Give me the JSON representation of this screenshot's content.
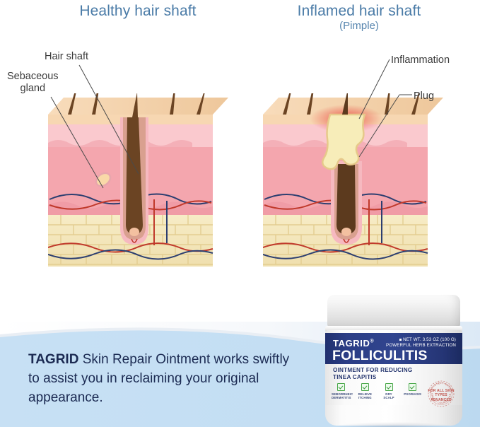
{
  "diagrams": {
    "healthy": {
      "title": "Healthy hair shaft",
      "labels": {
        "hair_shaft": "Hair shaft",
        "sebaceous_gland": "Sebaceous\ngland"
      }
    },
    "inflamed": {
      "title": "Inflamed hair shaft",
      "subtitle": "(Pimple)",
      "labels": {
        "inflammation": "Inflammation",
        "plug": "Plug"
      }
    },
    "colors": {
      "title_blue": "#4a7ba7",
      "label_gray": "#3a3a3a",
      "epidermis_tan": "#f3cfa6",
      "upper_dermis_pink": "#f7c2c6",
      "dermis_pink": "#f19ea6",
      "fat_tan": "#f3e3b8",
      "hair_brown": "#6b4423",
      "pus_cream": "#f7edb9",
      "inflammation_red": "#e8413a",
      "artery_red": "#c0392b",
      "vein_blue": "#2c3e70"
    }
  },
  "caption": {
    "brand": "TAGRID",
    "rest": " Skin Repair Ointment works swiftly to assist you in reclaiming your original appearance.",
    "panel_color": "#c7e0f4",
    "text_color": "#1b2a52"
  },
  "product": {
    "brand": "TAGRID",
    "brand_mark": "®",
    "net_weight": "NET WT. 3.53 OZ (100 G)",
    "extraction": "POWERFUL HERB EXTRACTION",
    "name": "FOLLICULITIS",
    "subtitle_line1": "OINTMENT FOR REDUCING",
    "subtitle_line2": "TINEA CAPITIS",
    "features": [
      {
        "line1": "SEBORRHEIC",
        "line2": "DERMATITIS"
      },
      {
        "line1": "RELIEVE",
        "line2": "ITCHING"
      },
      {
        "line1": "DRY",
        "line2": "SCALP"
      },
      {
        "line1": "PSORIASIS",
        "line2": ""
      }
    ],
    "seal": {
      "line1": "FOR ALL SKIN TYPES",
      "line2": "ADVANCED",
      "color": "#c0564f"
    },
    "label_blue": "#2b3d85"
  }
}
